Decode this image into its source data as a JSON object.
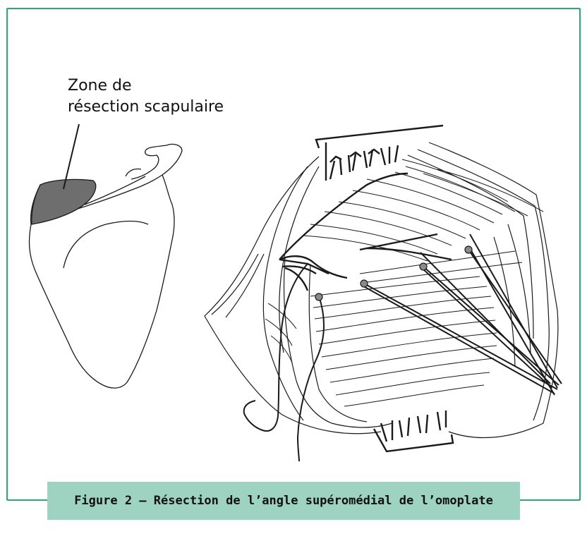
{
  "callout": {
    "line1": "Zone de",
    "line2": "résection scapulaire"
  },
  "caption": "Figure 2 – Résection de l’angle supéromédial de l’omoplate",
  "colors": {
    "frame": "#2ca86e",
    "caption_bg": "#9fd3c1",
    "resection_zone": "#6e6e6e",
    "stroke": "#1a1a1a"
  }
}
